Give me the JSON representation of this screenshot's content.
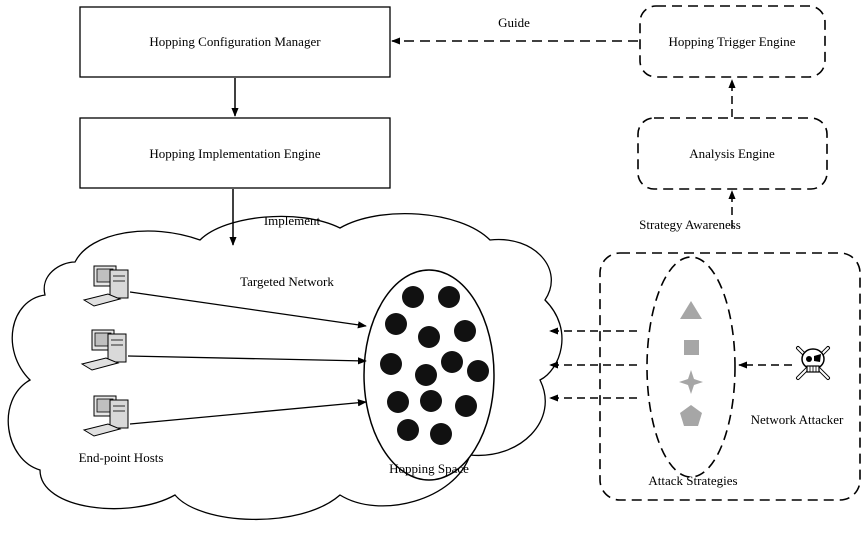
{
  "boxes": {
    "config_manager": "Hopping Configuration Manager",
    "implementation_engine": "Hopping Implementation Engine",
    "trigger_engine": "Hopping Trigger Engine",
    "analysis_engine": "Analysis Engine"
  },
  "edge_labels": {
    "guide": "Guide",
    "implement": "Implement",
    "strategy_awareness": "Strategy Awareness"
  },
  "network": {
    "targeted_network": "Targeted Network",
    "end_point_hosts": "End-point Hosts",
    "hopping_space": "Hopping Space"
  },
  "attack": {
    "attack_strategies": "Attack Strategies",
    "network_attacker": "Network Attacker",
    "strategy_icons": [
      "triangle-icon",
      "square-icon",
      "star-icon",
      "pentagon-icon"
    ]
  },
  "colors": {
    "line": "#000000",
    "dot": "#111111",
    "strategy_gray": "#a6a6a6"
  }
}
